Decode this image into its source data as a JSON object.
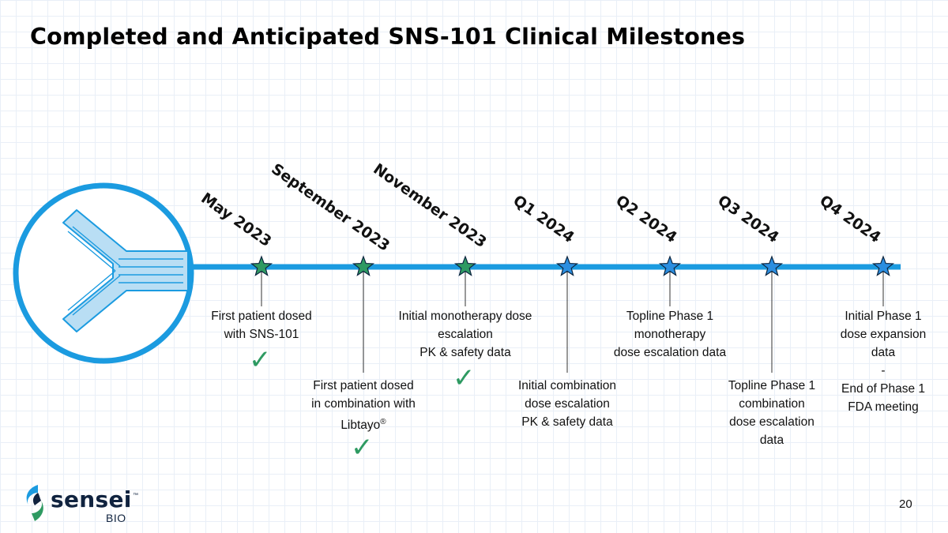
{
  "title": "Completed and Anticipated SNS-101 Clinical Milestones",
  "colors": {
    "timeline": "#1b9be0",
    "completed_star": "#2e9a62",
    "anticipated_star": "#2b8ee0",
    "check": "#2e9a62",
    "logo_dark": "#10233f"
  },
  "milestones": [
    {
      "date": "May 2023",
      "status": "completed",
      "position": "above",
      "lines": [
        "First patient dosed",
        "with SNS-101"
      ],
      "check": true
    },
    {
      "date": "September 2023",
      "status": "completed",
      "position": "below",
      "lines": [
        "First patient dosed",
        "in combination with",
        "Libtayo"
      ],
      "superscript": "®",
      "check": true
    },
    {
      "date": "November 2023",
      "status": "completed",
      "position": "above",
      "lines": [
        "Initial monotherapy dose",
        "escalation",
        "PK & safety data"
      ],
      "check": true
    },
    {
      "date": "Q1 2024",
      "status": "anticipated",
      "position": "below",
      "lines": [
        "Initial combination",
        "dose escalation",
        "PK & safety data"
      ],
      "check": false
    },
    {
      "date": "Q2 2024",
      "status": "anticipated",
      "position": "above",
      "lines": [
        "Topline Phase 1",
        "monotherapy",
        "dose escalation data"
      ],
      "check": false
    },
    {
      "date": "Q3 2024",
      "status": "anticipated",
      "position": "below",
      "lines": [
        "Topline Phase 1",
        "combination",
        "dose escalation",
        "data"
      ],
      "check": false
    },
    {
      "date": "Q4 2024",
      "status": "anticipated",
      "position": "above",
      "lines": [
        "Initial Phase 1",
        "dose expansion",
        "data",
        "-",
        "End of Phase 1",
        "FDA meeting"
      ],
      "check": false
    }
  ],
  "check_glyph": "✓",
  "logo": {
    "name": "sensei",
    "tm": "™",
    "sub": "BIO"
  },
  "page_number": "20"
}
